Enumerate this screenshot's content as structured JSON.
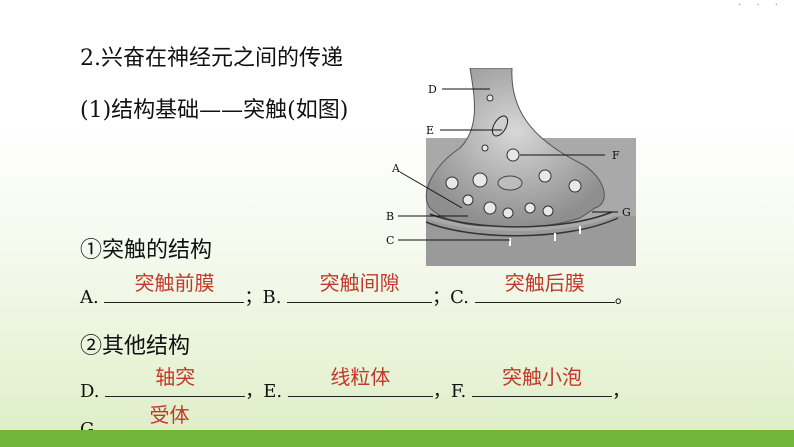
{
  "title": "2.兴奋在神经元之间的传递",
  "subtitle": "(1)结构基础——突触(如图)",
  "figure_labels": [
    "A",
    "B",
    "C",
    "D",
    "E",
    "F",
    "G"
  ],
  "section1": "①突触的结构",
  "section2": "②其他结构",
  "row1": {
    "a_label": "A.",
    "a_answer": "突触前膜",
    "sep1": "；",
    "b_label": "B.",
    "b_answer": "突触间隙",
    "sep2": "；",
    "c_label": "C.",
    "c_answer": "突触后膜",
    "end": "。"
  },
  "row2": {
    "d_label": "D.",
    "d_answer": "轴突",
    "sep1": "，",
    "e_label": "E.",
    "e_answer": "线粒体",
    "sep2": "，",
    "f_label": "F.",
    "f_answer": "突触小泡",
    "end": "，"
  },
  "row3": {
    "g_label": "G.",
    "g_answer": "受体",
    "end": "。"
  },
  "colors": {
    "answer": "#c0392b",
    "bar": "#72b53b"
  }
}
